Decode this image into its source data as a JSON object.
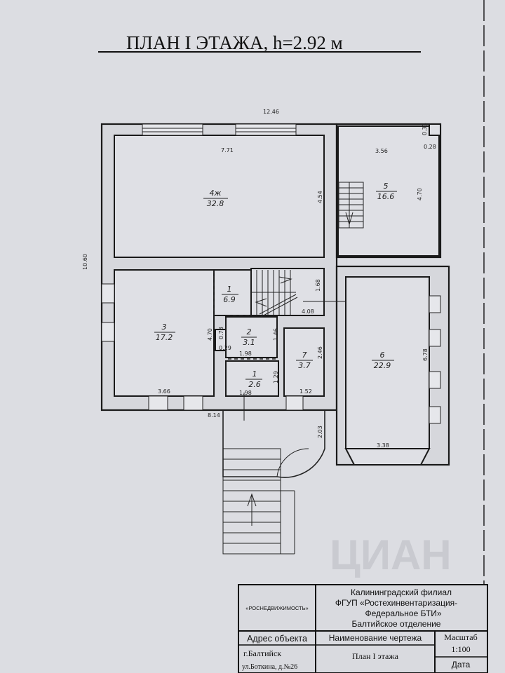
{
  "title": "ПЛАН I ЭТАЖА, h=2.92 м",
  "rooms": [
    {
      "number": "4ж",
      "area": "32.8"
    },
    {
      "number": "5",
      "area": "16.6"
    },
    {
      "number": "1",
      "area": "6.9"
    },
    {
      "number": "3",
      "area": "17.2"
    },
    {
      "number": "2",
      "area": "3.1"
    },
    {
      "number": "1",
      "area": "2.6"
    },
    {
      "number": "7",
      "area": "3.7"
    },
    {
      "number": "6",
      "area": "22.9"
    }
  ],
  "dimensions": {
    "overall_width": "12.46",
    "overall_depth": "10.60",
    "room4_width": "7.71",
    "room4_depth": "4.54",
    "room5_width": "3.56",
    "room5_depth": "4.70",
    "niche_a": "0.33",
    "niche_b": "0.28",
    "stair_h": "1.68",
    "stair_w": "4.08",
    "room3_depth": "4.70",
    "room3_width": "3.66",
    "room2_a": "0.78",
    "room2_b": "0.29",
    "room2_width": "1.98",
    "room2_depth": "1.46",
    "room1_width": "1.98",
    "room1_depth": "1.29",
    "room7_width": "1.52",
    "room7_depth": "2.46",
    "room6_depth": "6.78",
    "room6_width": "3.38",
    "porch_depth": "2.03",
    "front_width": "8.14"
  },
  "title_block": {
    "org": "«РОСНЕДВИЖИМОСТЬ»",
    "branch_lines": [
      "Калининградский филиал",
      "ФГУП «Ростехинвентаризация-",
      "Федеральное БТИ»",
      "Балтийское отделение"
    ],
    "address_label": "Адрес объекта",
    "address_city": "г.Балтийск",
    "address_street": "ул.Боткина, д.№26",
    "drawing_name_label": "Наименование чертежа",
    "drawing_name": "План I этажа",
    "scale_label": "Масштаб",
    "scale": "1:100",
    "date_label": "Дата"
  },
  "watermark": "ЦИАН"
}
